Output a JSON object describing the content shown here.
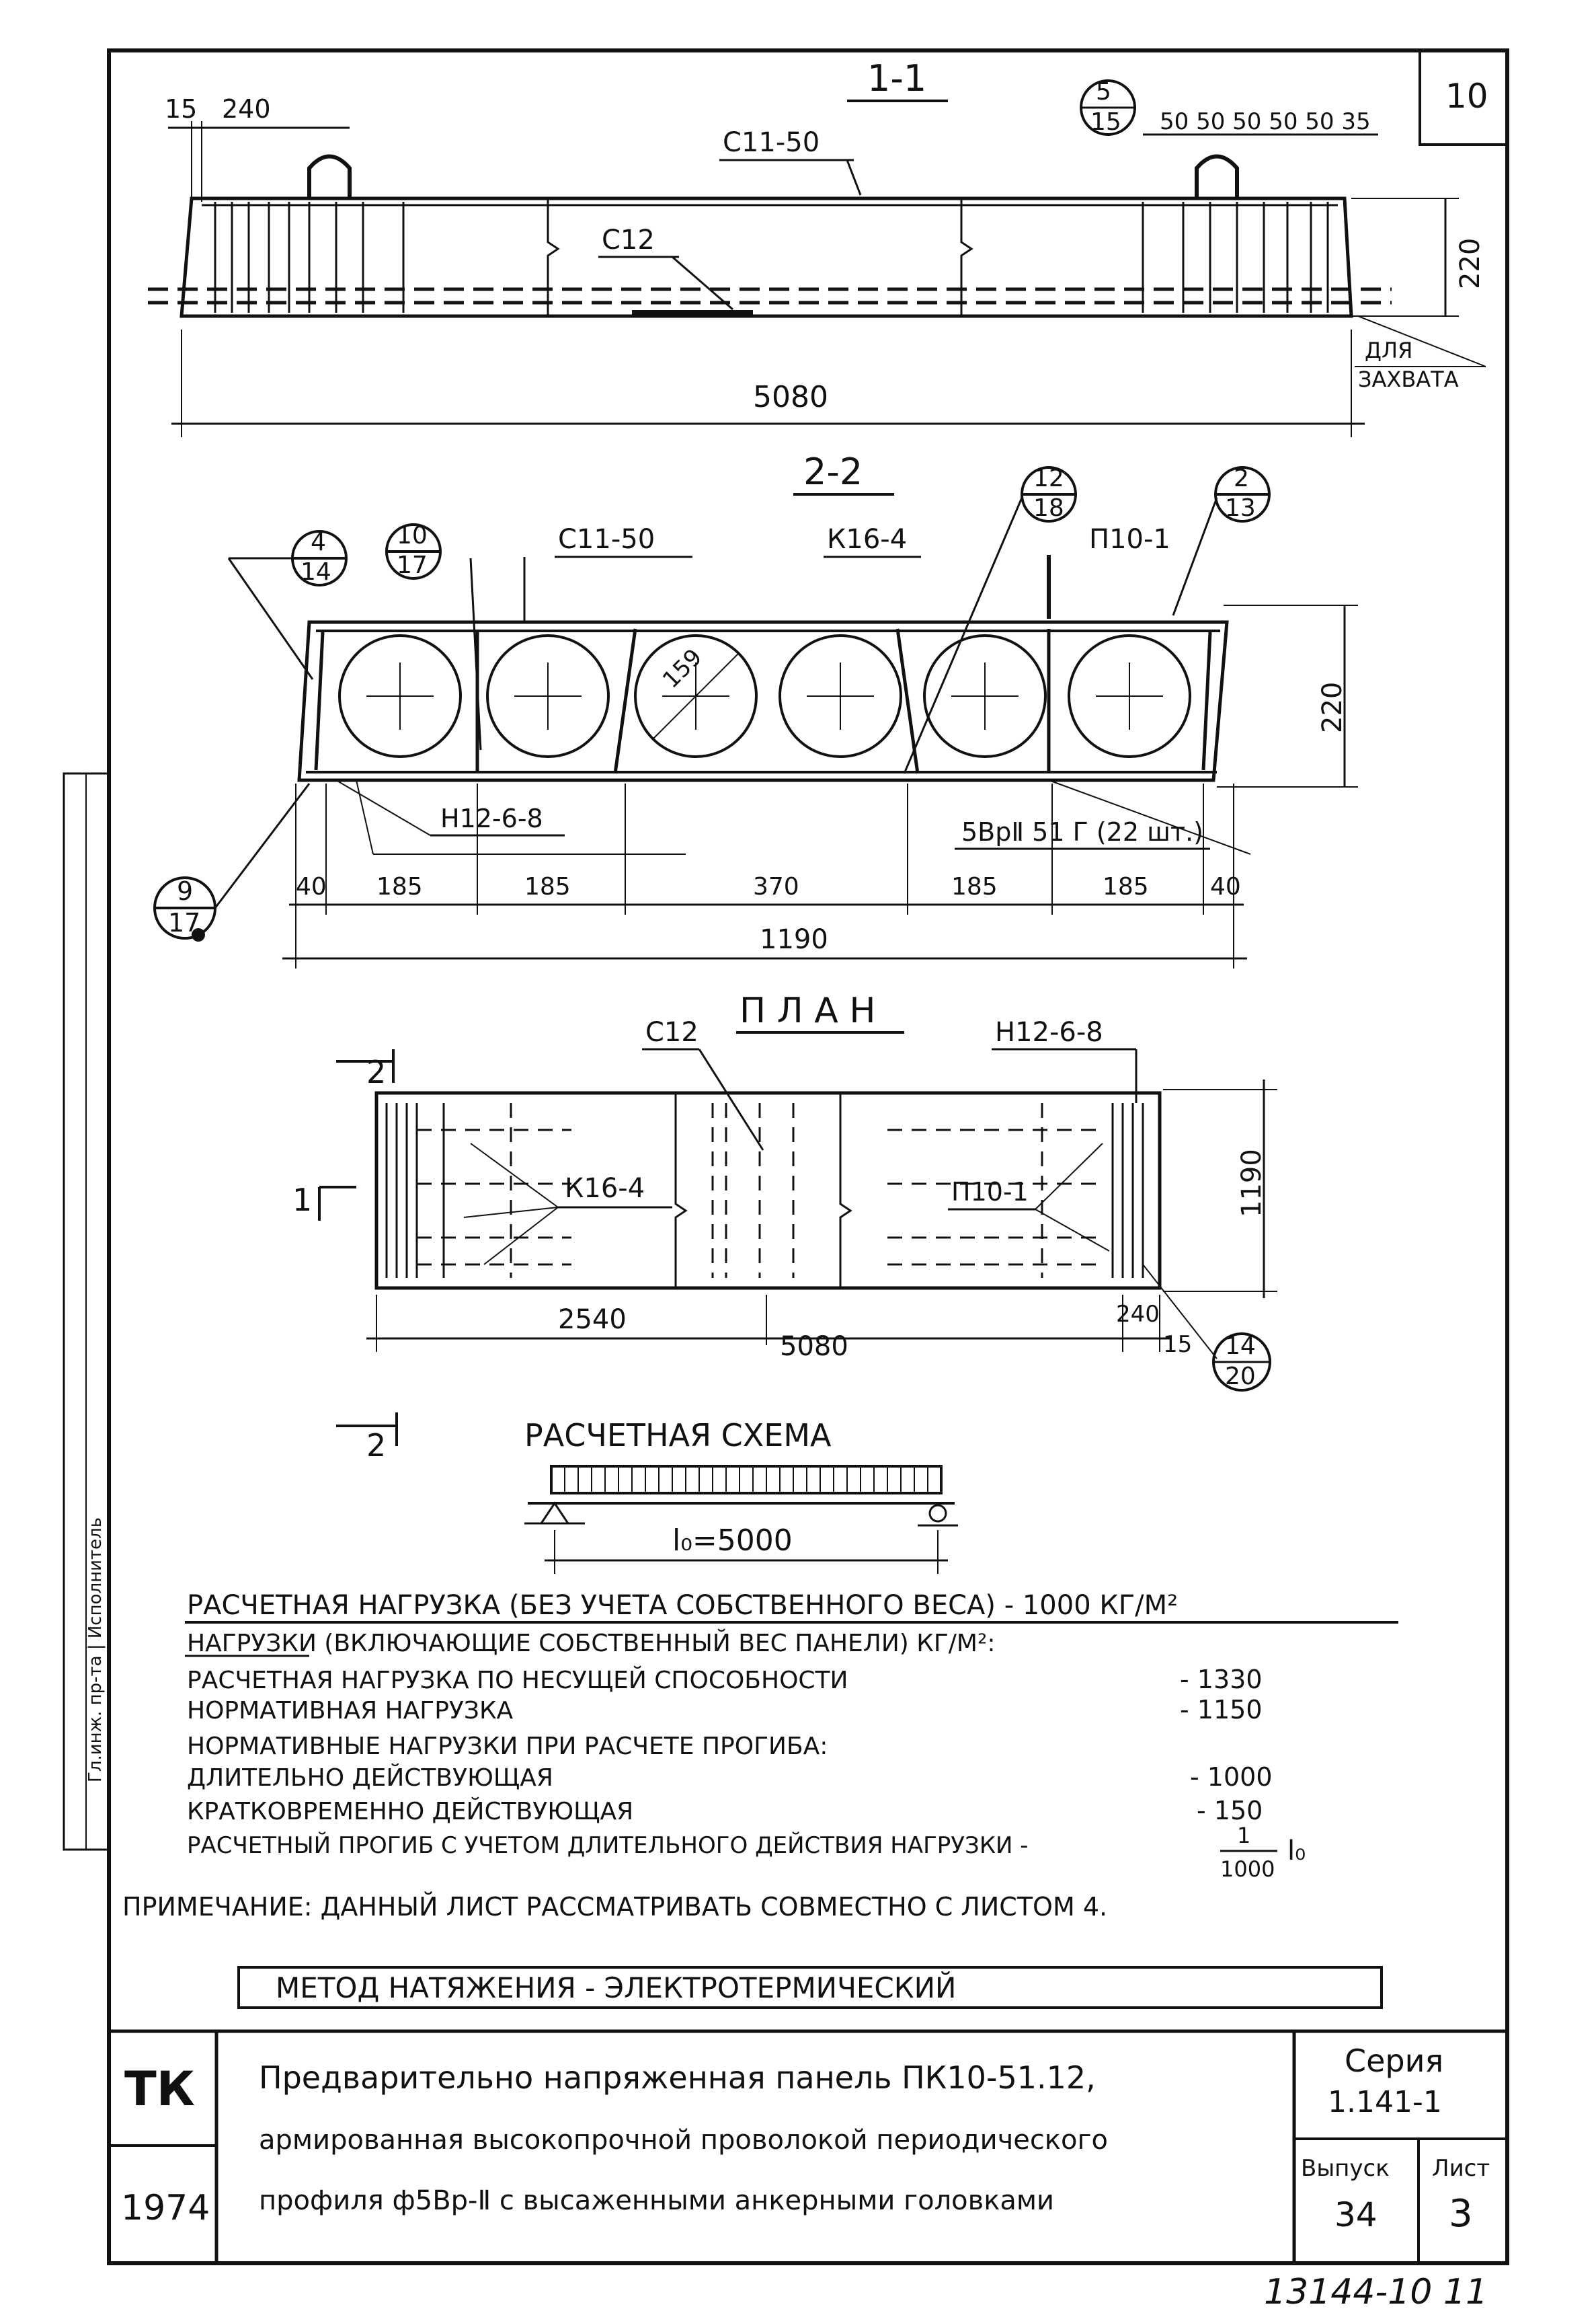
{
  "corner_number": "10",
  "section_1": {
    "title": "1-1",
    "dims_top": [
      "15",
      "240"
    ],
    "callout": {
      "num": "5",
      "den": "15"
    },
    "dims_right": "50 50 50 50 50 35",
    "label_c11": "С11-50",
    "label_c12": "С12",
    "height": "220",
    "length": "5080",
    "grip_note": [
      "ДЛЯ",
      "ЗАХВАТА"
    ]
  },
  "section_2": {
    "title": "2-2",
    "callouts": [
      {
        "num": "4",
        "den": "14"
      },
      {
        "num": "10",
        "den": "17"
      },
      {
        "num": "12",
        "den": "18"
      },
      {
        "num": "2",
        "den": "13"
      },
      {
        "num": "9",
        "den": "17"
      }
    ],
    "label_c11": "С11-50",
    "label_k16": "К16-4",
    "label_p10": "П10-1",
    "hole_diameter": "159",
    "height": "220",
    "label_n12": "Н12-6-8",
    "wire_label": "5ВрⅡ 51 Г (22 шт.)",
    "dims": [
      "40",
      "185",
      "185",
      "370",
      "185",
      "185",
      "40"
    ],
    "width": "1190"
  },
  "plan": {
    "title": "П Л А Н",
    "label_c12": "С12",
    "label_n12": "Н12-6-8",
    "label_k16": "К16-4",
    "label_p10": "П10-1",
    "cut_2": "2",
    "cut_1": "1",
    "width": "1190",
    "dim_half": "2540",
    "dim_full": "5080",
    "dim_240": "240",
    "dim_15": "15",
    "callout": {
      "num": "14",
      "den": "20"
    }
  },
  "scheme": {
    "title": "РАСЧЕТНАЯ СХЕМА",
    "span": "l₀=5000"
  },
  "loads": {
    "heading": "РАСЧЕТНАЯ НАГРУЗКА (БЕЗ УЧЕТА СОБСТВЕННОГО ВЕСА) - 1000 КГ/М²",
    "subheading": "НАГРУЗКИ (ВКЛЮЧАЮЩИЕ СОБСТВЕННЫЙ ВЕС ПАНЕЛИ) КГ/М²:",
    "rows": [
      {
        "label": "РАСЧЕТНАЯ НАГРУЗКА ПО НЕСУЩЕЙ СПОСОБНОСТИ",
        "value": "- 1330"
      },
      {
        "label": "НОРМАТИВНАЯ НАГРУЗКА",
        "value": "- 1150"
      },
      {
        "label": "НОРМАТИВНЫЕ НАГРУЗКИ ПРИ РАСЧЕТЕ ПРОГИБА:",
        "value": ""
      },
      {
        "label": "ДЛИТЕЛЬНО ДЕЙСТВУЮЩАЯ",
        "value": "- 1000"
      },
      {
        "label": "КРАТКОВРЕМЕННО ДЕЙСТВУЮЩАЯ",
        "value": "- 150"
      }
    ],
    "deflection_label": "РАСЧЕТНЫЙ ПРОГИБ С УЧЕТОМ ДЛИТЕЛЬНОГО ДЕЙСТВИЯ НАГРУЗКИ -",
    "deflection_num": "1",
    "deflection_den": "1000",
    "deflection_unit": "l₀",
    "note": "ПРИМЕЧАНИЕ: ДАННЫЙ ЛИСТ РАССМАТРИВАТЬ СОВМЕСТНО С ЛИСТОМ 4."
  },
  "method": "МЕТОД НАТЯЖЕНИЯ - ЭЛЕКТРОТЕРМИЧЕСКИЙ",
  "title_block": {
    "org": "ТК",
    "year": "1974",
    "title_lines": [
      "Предварительно напряженная панель ПК10-51.12,",
      "армированная высокопрочной проволокой периодического",
      "профиля ф5Вр-Ⅱ с высаженными анкерными головками"
    ],
    "series_label": "Серия",
    "series_value": "1.141-1",
    "issue_label": "Выпуск",
    "issue_value": "34",
    "sheet_label": "Лист",
    "sheet_value": "3"
  },
  "side_stamp": "Гл.инж. пр-та | Исполнитель",
  "bottom_number": "13144-10  11"
}
